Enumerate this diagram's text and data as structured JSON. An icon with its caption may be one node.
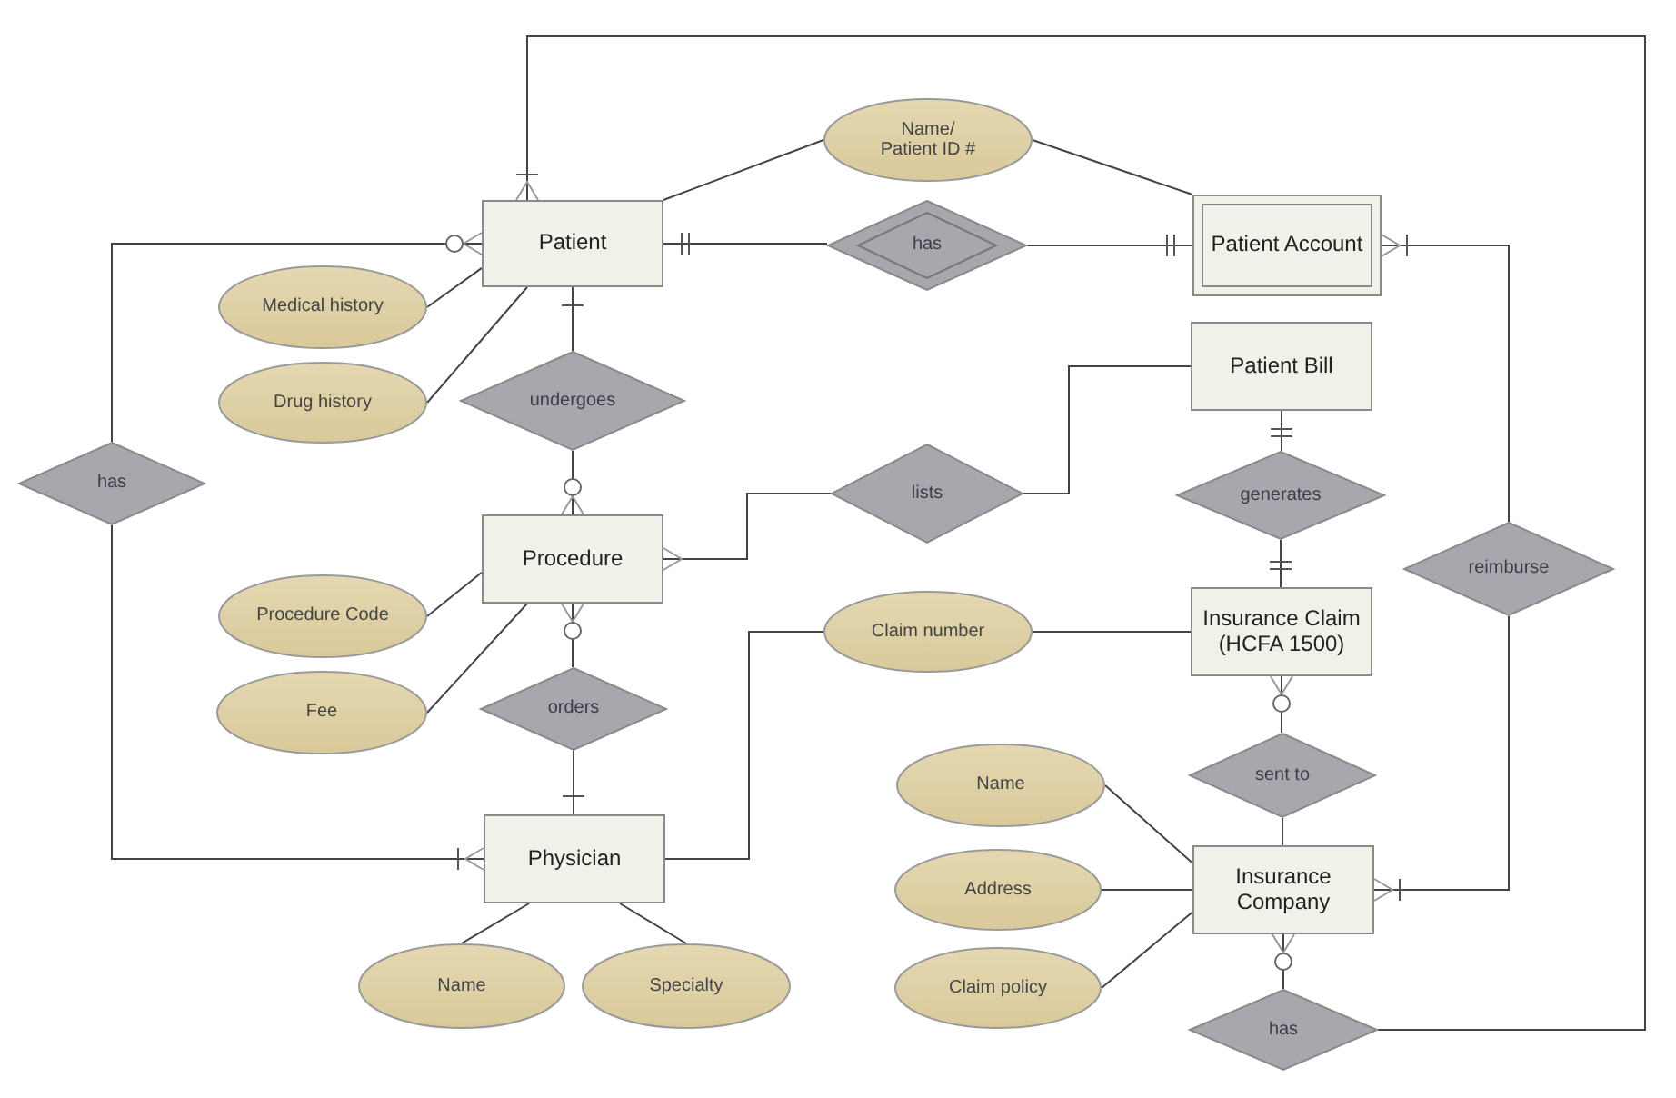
{
  "diagram": {
    "nodes": [
      {
        "text": [
          "Patient"
        ]
      },
      {
        "text": [
          "Name/ Patient ID #"
        ]
      },
      {
        "text": [
          "has"
        ]
      },
      {
        "text": [
          "Patient Account"
        ]
      },
      {
        "text": [
          "Medical history"
        ]
      },
      {
        "text": [
          "Drug history"
        ]
      },
      {
        "text": [
          "undergoes"
        ]
      },
      {
        "text": [
          "Patient Bill"
        ]
      },
      {
        "text": [
          "has"
        ]
      },
      {
        "text": [
          "lists"
        ]
      },
      {
        "text": [
          "generates"
        ]
      },
      {
        "text": [
          "Procedure"
        ]
      },
      {
        "text": [
          "reimburse"
        ]
      },
      {
        "text": [
          "Procedure Code"
        ]
      },
      {
        "text": [
          "Claim number"
        ]
      },
      {
        "text": [
          "Insurance Claim (HCFA 1500)"
        ]
      },
      {
        "text": [
          "Fee"
        ]
      },
      {
        "text": [
          "orders"
        ]
      },
      {
        "text": [
          "sent to"
        ]
      },
      {
        "text": [
          "Physician"
        ]
      },
      {
        "text": [
          "Name"
        ]
      },
      {
        "text": [
          "Address"
        ]
      },
      {
        "text": [
          "Insurance Company"
        ]
      },
      {
        "text": [
          "Claim policy"
        ]
      },
      {
        "text": [
          "Name"
        ]
      },
      {
        "text": [
          "Specialty"
        ]
      },
      {
        "text": [
          "has"
        ]
      }
    ],
    "edges": [
      {
        "from": 0,
        "to": 1,
        "arrow": "none"
      },
      {
        "from": 1,
        "to": 3,
        "arrow": "none"
      },
      {
        "from": 0,
        "to": 2,
        "arrow": "other"
      },
      {
        "from": 2,
        "to": 3,
        "arrow": "other"
      },
      {
        "from": 4,
        "to": 0,
        "arrow": "none"
      },
      {
        "from": 5,
        "to": 0,
        "arrow": "none"
      },
      {
        "from": 0,
        "to": 6,
        "arrow": "other"
      },
      {
        "from": 6,
        "to": 11,
        "arrow": "other"
      },
      {
        "from": 8,
        "to": 0,
        "arrow": "other"
      },
      {
        "from": 8,
        "to": 19,
        "arrow": "other"
      },
      {
        "from": 11,
        "to": 9,
        "arrow": "other"
      },
      {
        "from": 9,
        "to": 7,
        "arrow": "none"
      },
      {
        "from": 7,
        "to": 10,
        "arrow": "other"
      },
      {
        "from": 10,
        "to": 15,
        "arrow": "other"
      },
      {
        "from": 13,
        "to": 11,
        "arrow": "none"
      },
      {
        "from": 16,
        "to": 11,
        "arrow": "none"
      },
      {
        "from": 11,
        "to": 17,
        "arrow": "other"
      },
      {
        "from": 17,
        "to": 19,
        "arrow": "other"
      },
      {
        "from": 19,
        "to": 14,
        "arrow": "none"
      },
      {
        "from": 14,
        "to": 15,
        "arrow": "none"
      },
      {
        "from": 15,
        "to": 18,
        "arrow": "other"
      },
      {
        "from": 18,
        "to": 22,
        "arrow": "none"
      },
      {
        "from": 20,
        "to": 22,
        "arrow": "none"
      },
      {
        "from": 21,
        "to": 22,
        "arrow": "none"
      },
      {
        "from": 23,
        "to": 22,
        "arrow": "none"
      },
      {
        "from": 19,
        "to": 24,
        "arrow": "none"
      },
      {
        "from": 19,
        "to": 25,
        "arrow": "none"
      },
      {
        "from": 3,
        "to": 12,
        "arrow": "other"
      },
      {
        "from": 12,
        "to": 22,
        "arrow": "other"
      },
      {
        "from": 22,
        "to": 26,
        "arrow": "other"
      },
      {
        "from": 26,
        "to": 0,
        "arrow": "other"
      }
    ]
  }
}
